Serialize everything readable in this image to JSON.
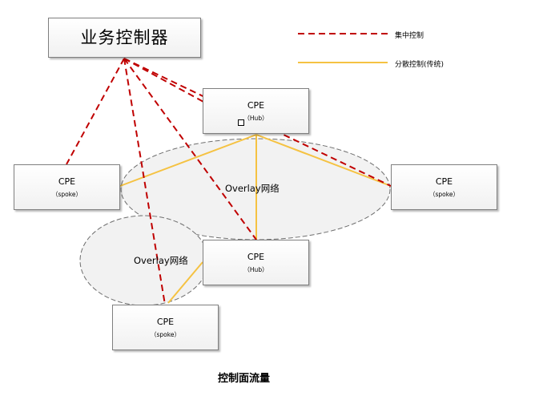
{
  "controller": {
    "label": "业务控制器"
  },
  "nodes": {
    "hub_top": {
      "title": "CPE",
      "sub": "（Hub）"
    },
    "spoke_left": {
      "title": "CPE",
      "sub": "（spoke）"
    },
    "spoke_right": {
      "title": "CPE",
      "sub": "（spoke）"
    },
    "hub_bottom": {
      "title": "CPE",
      "sub": "（Hub）"
    },
    "spoke_bottom": {
      "title": "CPE",
      "sub": "（spoke）"
    }
  },
  "overlays": {
    "big_label": "Overlay网络",
    "small_label": "Overlay网络"
  },
  "legend": {
    "central": {
      "label": "集中控制",
      "color": "#c00000"
    },
    "distributed": {
      "label": "分散控制(传统)",
      "color": "#f5c242"
    }
  },
  "caption": "控制面流量"
}
